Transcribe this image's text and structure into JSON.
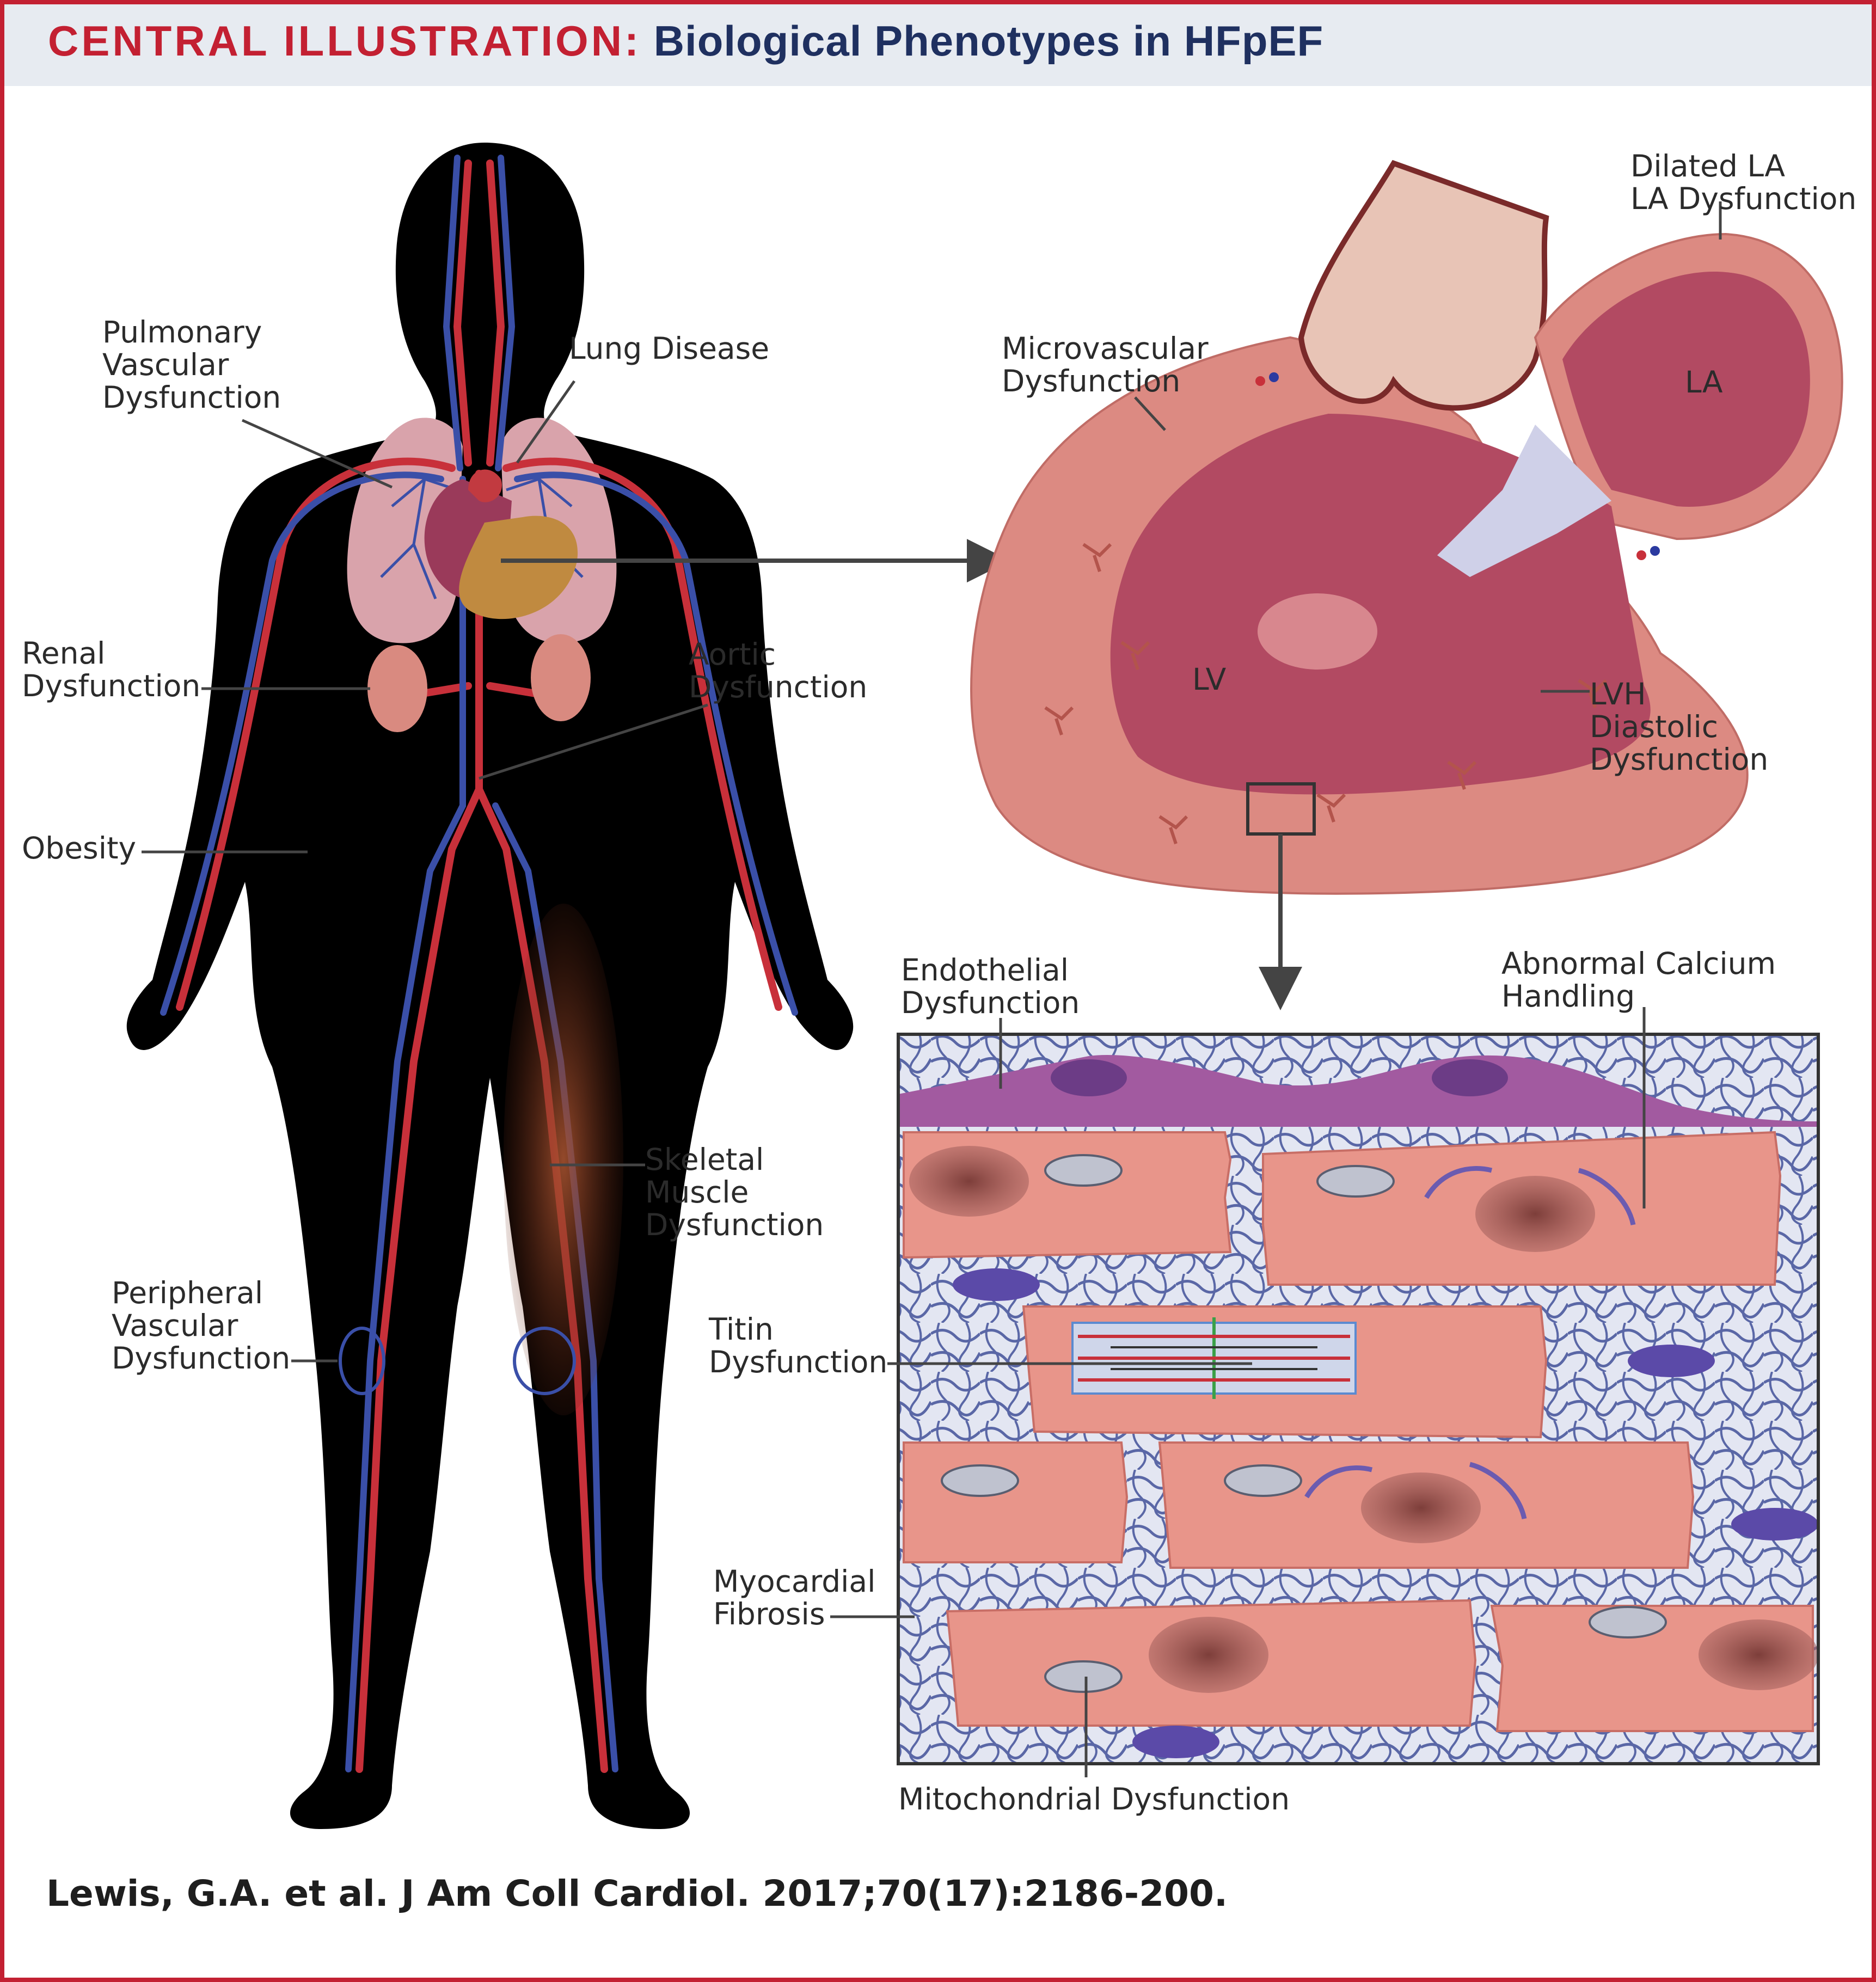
{
  "title": {
    "prefix": "CENTRAL ILLUSTRATION:",
    "text": "Biological Phenotypes in HFpEF"
  },
  "labels": {
    "pulmonary_vascular": [
      "Pulmonary",
      "Vascular",
      "Dysfunction"
    ],
    "lung_disease": "Lung Disease",
    "renal": [
      "Renal",
      "Dysfunction"
    ],
    "aortic": [
      "Aortic",
      "Dysfunction"
    ],
    "obesity": "Obesity",
    "skeletal_muscle": [
      "Skeletal",
      "Muscle",
      "Dysfunction"
    ],
    "peripheral_vascular": [
      "Peripheral",
      "Vascular",
      "Dysfunction"
    ],
    "microvascular": [
      "Microvascular",
      "Dysfunction"
    ],
    "dilated_la": [
      "Dilated LA",
      "LA Dysfunction"
    ],
    "la": "LA",
    "lv": "LV",
    "lvh": [
      "LVH",
      "Diastolic",
      "Dysfunction"
    ],
    "endothelial": [
      "Endothelial",
      "Dysfunction"
    ],
    "calcium": [
      "Abnormal Calcium",
      "Handling"
    ],
    "titin": [
      "Titin",
      "Dysfunction"
    ],
    "fibrosis": [
      "Myocardial",
      "Fibrosis"
    ],
    "mitochondrial": "Mitochondrial Dysfunction"
  },
  "citation": "Lewis, G.A. et al. J Am Coll Cardiol. 2017;70(17):2186-200.",
  "colors": {
    "frame": "#c32032",
    "title_prefix": "#c32032",
    "title_text": "#1f3060",
    "title_bar": "#e7ebf1",
    "body": "#000000",
    "artery": "#c8303a",
    "vein": "#3a4fa8",
    "lung": "#d9a3ab",
    "myocardium": "#dc8a82",
    "chamber": "#b24a62",
    "endothelium": "#a25aa0",
    "cardiomyocyte": "#e8958a",
    "fibrosis_mesh": "#5a67a6",
    "fibroblast": "#5b4aa8"
  }
}
